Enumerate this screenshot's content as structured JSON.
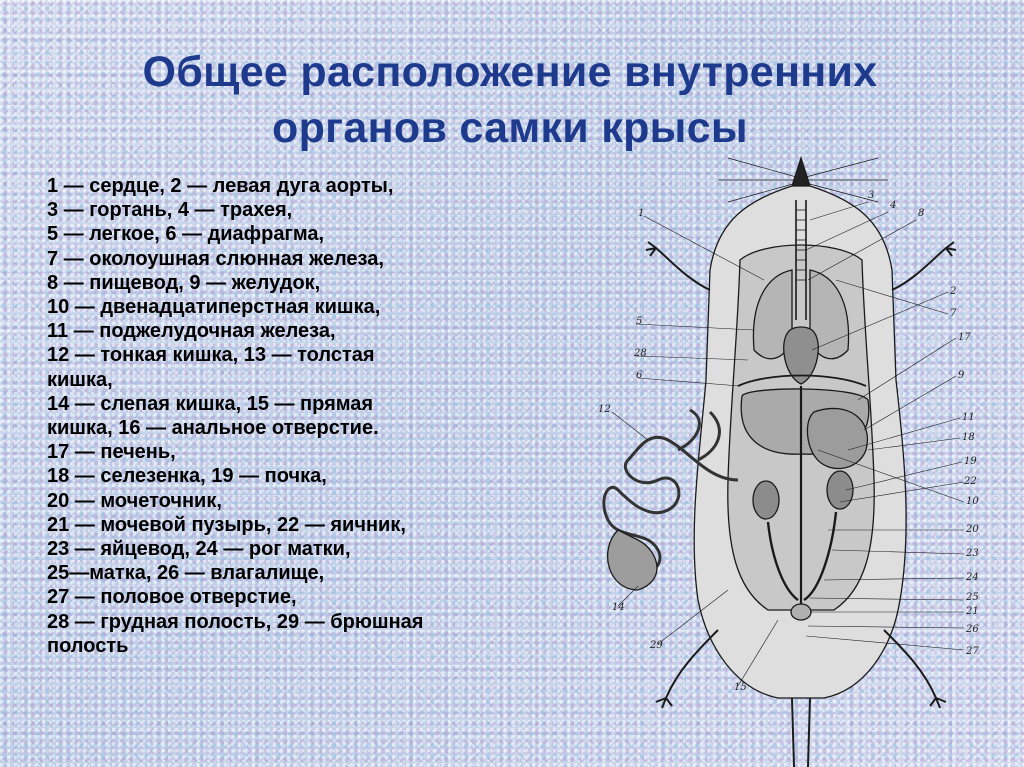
{
  "title": "Общее расположение внутренних органов самки крысы",
  "legend": [
    "1 — сердце, 2 — левая дуга аорты,",
    "3 — гортань, 4 — трахея,",
    "5 — легкое, 6 — диафрагма,",
    "7 — околоушная слюнная железа,",
    "8 — пищевод, 9 — желудок,",
    "10 — двенадцатиперстная кишка,",
    "11 — поджелудочная железа,",
    "12 — тонкая кишка, 13 — толстая",
    "кишка,",
    "14 — слепая кишка, 15 — прямая",
    "кишка, 16 — анальное отверстие.",
    "17 — печень,",
    "18 — селезенка, 19 — почка,",
    "20 — мочеточник,",
    "21 — мочевой пузырь, 22 — яичник,",
    "23 — яйцевод, 24 — рог матки,",
    "25—матка, 26 — влагалище,",
    "27 — половое отверстие,",
    "28 — грудная полость, 29 — брюшная",
    "полость"
  ],
  "figure": {
    "labels_left": [
      "1",
      "5",
      "28",
      "6",
      "12",
      "14",
      "29",
      "15"
    ],
    "labels_right": [
      "3",
      "4",
      "8",
      "2",
      "7",
      "17",
      "9",
      "11",
      "18",
      "19",
      "22",
      "10",
      "20",
      "23",
      "24",
      "25",
      "21",
      "26",
      "27"
    ]
  }
}
